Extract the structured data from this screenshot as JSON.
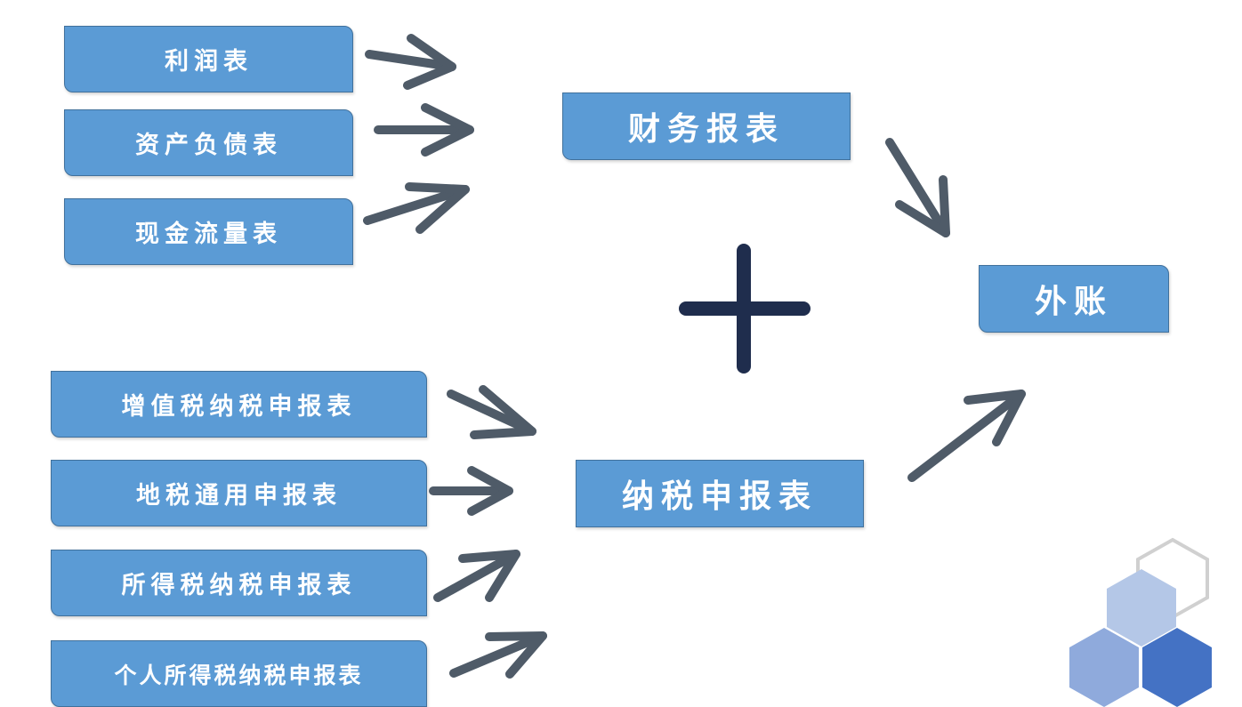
{
  "diagram": {
    "financial_inputs": [
      "利润表",
      "资产负债表",
      "现金流量表"
    ],
    "financial_statement": "财务报表",
    "tax_inputs": [
      "增值税纳税申报表",
      "地税通用申报表",
      "所得税纳税申报表",
      "个人所得税纳税申报表"
    ],
    "tax_return": "纳税申报表",
    "result": "外账",
    "operator": "+"
  },
  "colors": {
    "box_fill": "#5b9bd5",
    "box_border": "#41719c",
    "arrow": "#4f5b68",
    "plus": "#1f2d4d",
    "hex_light": "#b4c7e7",
    "hex_mid": "#8faadc",
    "hex_dark": "#4472c4"
  }
}
